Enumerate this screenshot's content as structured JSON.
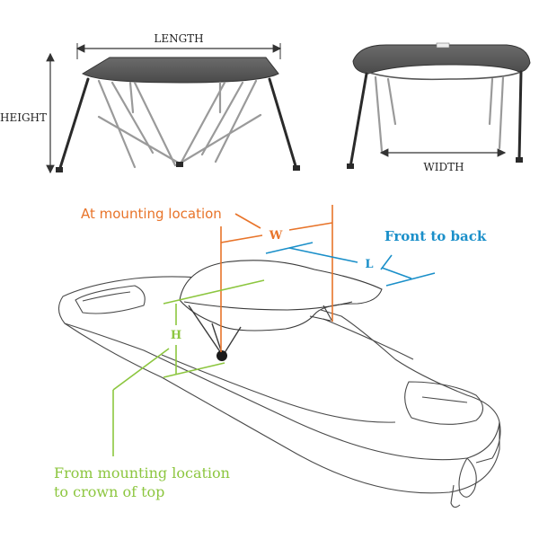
{
  "top_views": {
    "side_view": {
      "length_label": "LENGTH",
      "height_label": "HEIGHT"
    },
    "front_view": {
      "width_label": "WIDTH"
    }
  },
  "mounting_diagram": {
    "mounting_label": "At mounting location",
    "width_letter": "W",
    "front_back_label": "Front to back",
    "length_letter": "L",
    "height_letter": "H",
    "crown_label_line1": "From mounting location",
    "crown_label_line2": "to crown of top"
  },
  "colors": {
    "width": "#e8742a",
    "length": "#1a8fc9",
    "height": "#8cc63f",
    "canopy": "#5a5a5a",
    "frame": "#222222",
    "outline": "#444444"
  }
}
